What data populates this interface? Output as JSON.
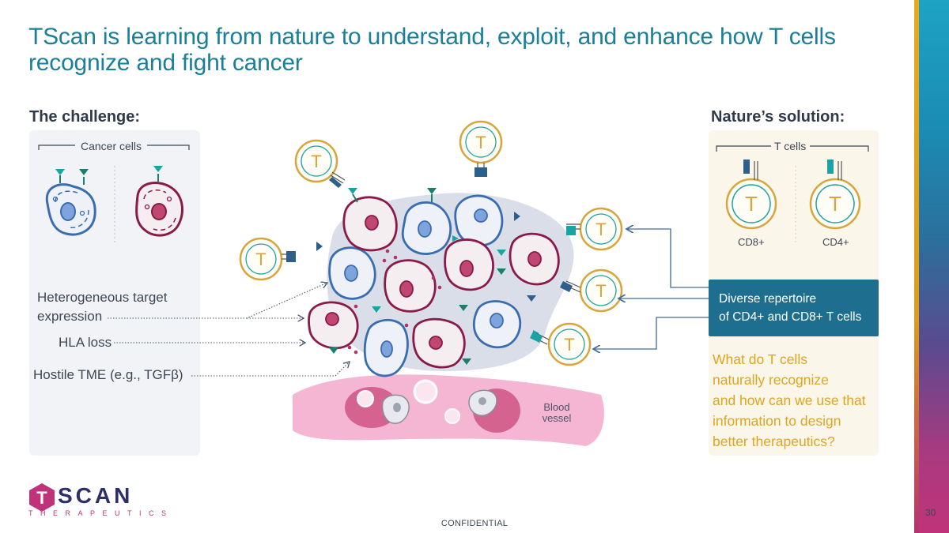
{
  "title": "TScan is learning from nature to understand, exploit, and enhance how T cells recognize and fight cancer",
  "left": {
    "heading": "The challenge:",
    "bracket_label": "Cancer cells",
    "items": [
      "Heterogeneous target",
      "expression",
      "HLA loss",
      "Hostile TME (e.g., TGFβ)"
    ]
  },
  "right": {
    "heading": "Nature’s solution:",
    "bracket_label": "T cells",
    "cell_labels": [
      "CD8+",
      "CD4+"
    ],
    "box_lines": [
      "Diverse repertoire",
      "of CD4+ and CD8+ T cells"
    ],
    "question_lines": [
      "What do T cells",
      "naturally recognize",
      "and how can we use that",
      "information to design",
      "better therapeutics?"
    ]
  },
  "diagram": {
    "t_letter": "T",
    "blood_vessel_lines": [
      "Blood",
      "vessel"
    ]
  },
  "logo": {
    "word": "SCAN",
    "letter": "T",
    "sub": "THERAPEUTICS"
  },
  "footer": {
    "page": "30",
    "confidential": "CONFIDENTIAL"
  },
  "colors": {
    "title": "#1a7f9a",
    "blue_cell": "#3a6db0",
    "red_cell": "#8a1a47",
    "t_cell_ring": "#d7a53b",
    "teal": "#1aa3a3",
    "box": "#1e6f8f",
    "question": "#e0a421"
  }
}
